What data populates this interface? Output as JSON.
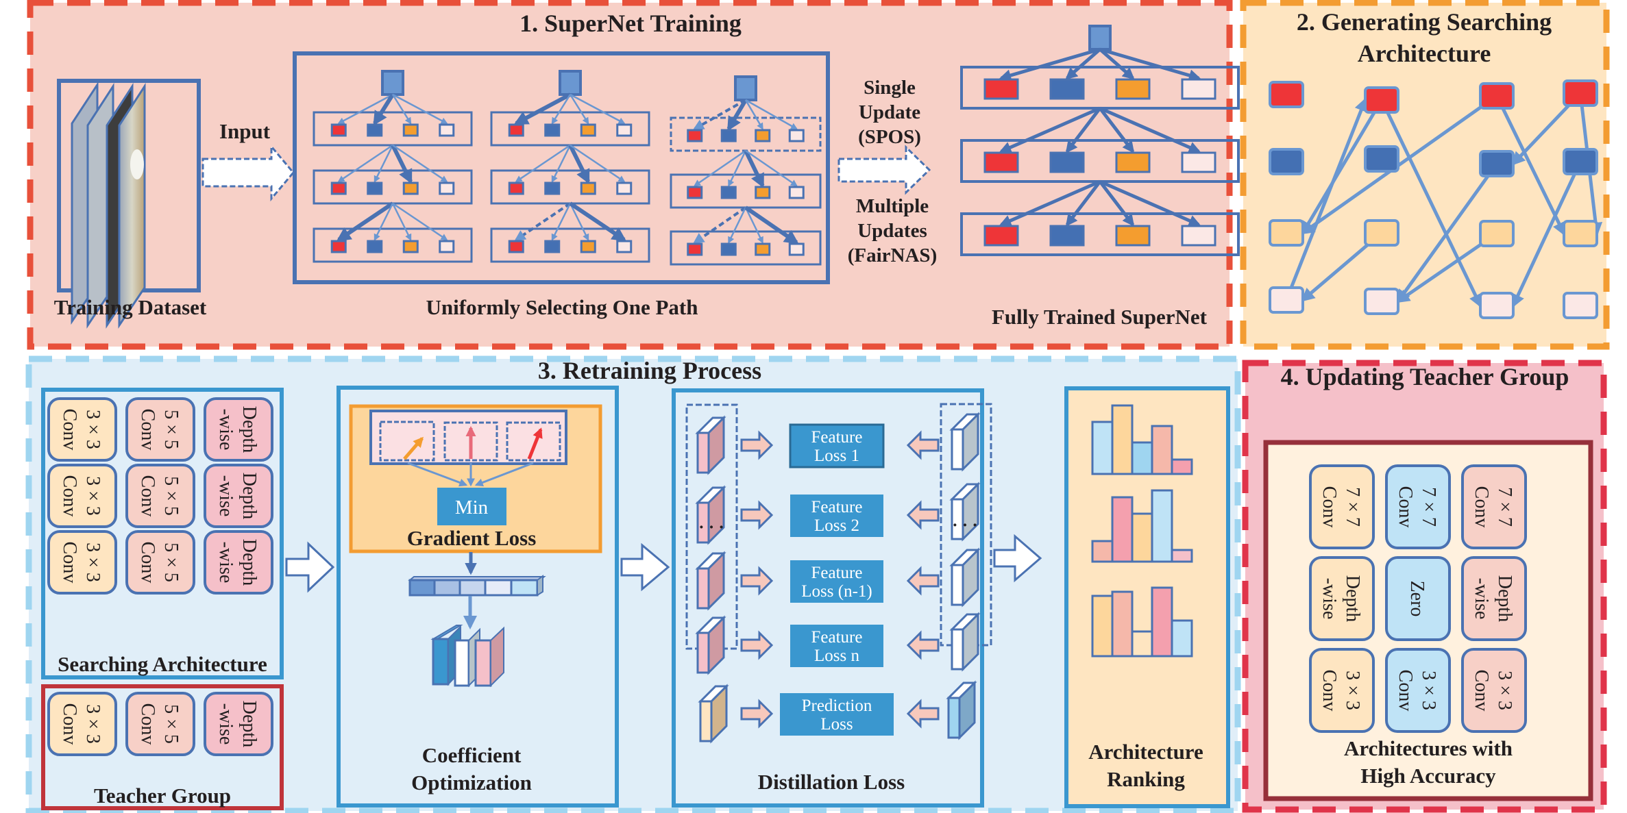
{
  "colors": {
    "section1_bg": "#f7d0c7",
    "section1_border": "#e8503a",
    "section2_bg": "#fee5c1",
    "section2_border": "#f39c32",
    "section3_bg": "#e0eef8",
    "section3_border": "#9fd5f0",
    "section4_bg": "#f5c0c9",
    "section4_border": "#e0344a",
    "box_blue": "#4a72b2",
    "node_red": "#ee3538",
    "node_blue": "#4470b3",
    "node_orange": "#f49d2f",
    "node_white": "#fbe8e6",
    "loss_box": "#3a97cf",
    "teacher_border": "#c0343a"
  },
  "section1": {
    "title": "1. SuperNet Training",
    "dataset_label": "Training Dataset",
    "input_label": "Input",
    "paths_label": "Uniformly Selecting One Path",
    "update_single": [
      "Single",
      "Update",
      "(SPOS)"
    ],
    "update_multiple": [
      "Multiple",
      "Updates",
      "(FairNAS)"
    ],
    "supernet_label": "Fully Trained SuperNet"
  },
  "section2": {
    "title_lines": [
      "2. Generating Searching",
      "Architecture"
    ]
  },
  "section3": {
    "title": "3. Retraining Process",
    "searching_label": "Searching Architecture",
    "teacher_label": "Teacher Group",
    "searching_ops": [
      [
        [
          "3 × 3",
          "Conv"
        ],
        [
          "5 × 5",
          "Conv"
        ],
        [
          "Depth",
          "-wise"
        ]
      ],
      [
        [
          "3 × 3",
          "Conv"
        ],
        [
          "5 × 5",
          "Conv"
        ],
        [
          "Depth",
          "-wise"
        ]
      ],
      [
        [
          "3 × 3",
          "Conv"
        ],
        [
          "5 × 5",
          "Conv"
        ],
        [
          "Depth",
          "-wise"
        ]
      ]
    ],
    "teacher_ops": [
      [
        "3 × 3",
        "Conv"
      ],
      [
        "5 × 5",
        "Conv"
      ],
      [
        "Depth",
        "-wise"
      ]
    ],
    "min_label": "Min",
    "gradient_label": "Gradient Loss",
    "coef_label": [
      "Coefficient",
      "Optimization"
    ],
    "losses": [
      [
        "Feature",
        "Loss 1"
      ],
      [
        "Feature",
        "Loss 2"
      ],
      [
        "Feature",
        "Loss (n-1)"
      ],
      [
        "Feature",
        "Loss n"
      ],
      [
        "Prediction",
        "Loss"
      ]
    ],
    "ellipsis": "· · ·",
    "distill_label": "Distillation Loss",
    "ranking_label": [
      "Architecture",
      "Ranking"
    ]
  },
  "section4": {
    "title": "4. Updating Teacher Group",
    "ops": [
      [
        [
          "7 × 7",
          "Conv"
        ],
        [
          "7 × 7",
          "Conv"
        ],
        [
          "7 × 7",
          "Conv"
        ]
      ],
      [
        [
          "Depth",
          "-wise"
        ],
        [
          "Zero"
        ],
        [
          "Depth",
          "-wise"
        ]
      ],
      [
        [
          "3 × 3",
          "Conv"
        ],
        [
          "3 × 3",
          "Conv"
        ],
        [
          "3 × 3",
          "Conv"
        ]
      ]
    ],
    "label": [
      "Architectures with",
      "High Accuracy"
    ]
  }
}
